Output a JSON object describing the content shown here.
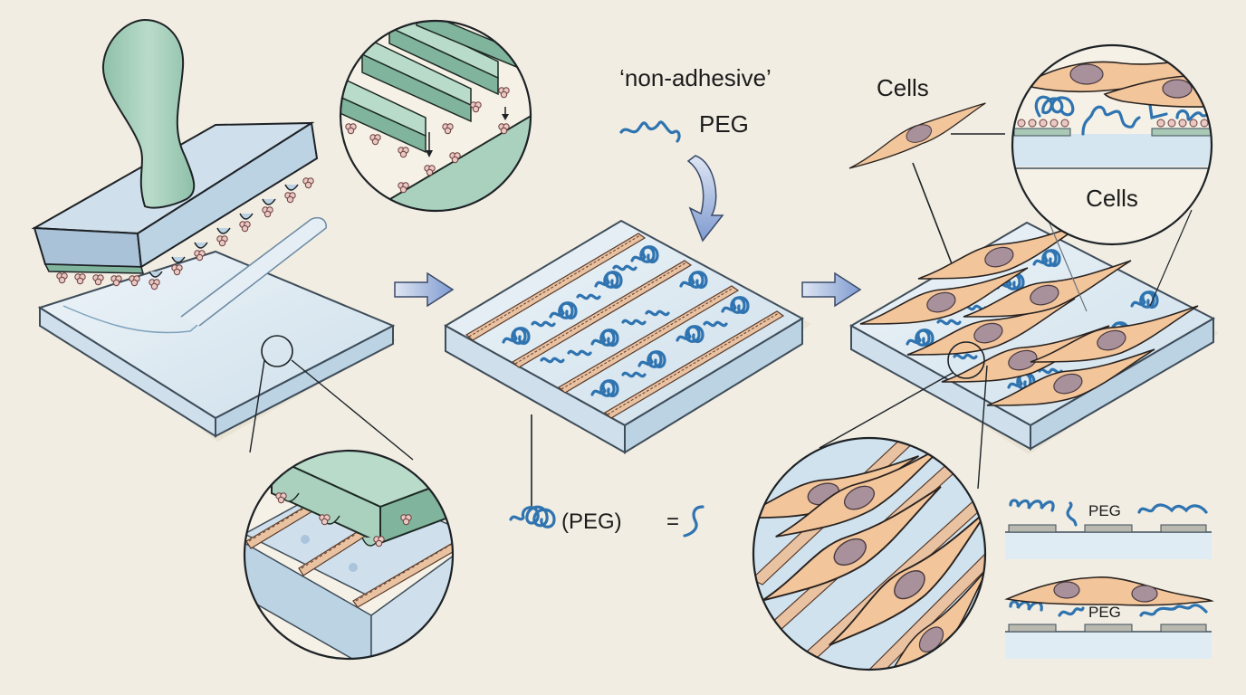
{
  "figure": {
    "type": "scientific-illustration",
    "subject": "Microcontact printing of adhesive stripes, PEG backfill, and aligned cell attachment",
    "colors": {
      "background": "#f1ede2",
      "stamp_green": "#a9d1be",
      "glass_blue": "#cfe0ec",
      "peg_blue": "#2f74b0",
      "cell_peach": "#f2c59b",
      "nucleus": "#a8919a",
      "stripe": "#e9c2a2",
      "arrow": "#8fa8d6"
    }
  },
  "panels": {
    "stamp": {
      "name": "PDMS stamp with inked protein",
      "detail_top": "stamp features transferring molecules onto substrate",
      "detail_bottom": "stamp contacting substrate leaving printed stripes"
    },
    "backfill": {
      "label_nonadhesive": "‘non-adhesive’",
      "label_peg": "PEG",
      "legend_equation": {
        "left": "(PEG)",
        "equals": "="
      }
    },
    "cells": {
      "label_cells_top": "Cells",
      "label_cells_circle": "Cells",
      "side_view_1_label": "PEG",
      "side_view_2_label": "PEG"
    }
  },
  "arrows": [
    {
      "name": "step-arrow-1",
      "direction": "right"
    },
    {
      "name": "peg-down-arrow",
      "direction": "down"
    },
    {
      "name": "step-arrow-2",
      "direction": "right"
    }
  ]
}
